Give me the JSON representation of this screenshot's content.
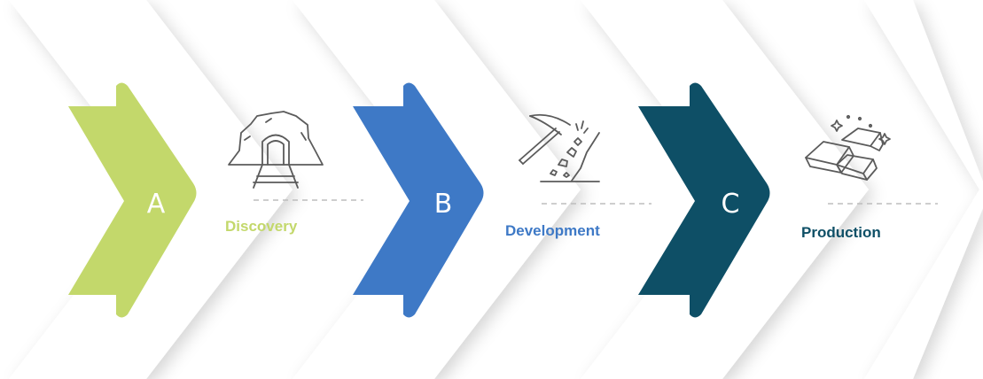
{
  "stages": [
    {
      "letter": "A",
      "label": "Discovery",
      "color": "#c3d86b",
      "icon": "mine-tunnel-icon"
    },
    {
      "letter": "B",
      "label": "Development",
      "color": "#3e79c6",
      "icon": "pickaxe-rocks-icon"
    },
    {
      "letter": "C",
      "label": "Production",
      "color": "#0e4f66",
      "icon": "gold-bars-icon"
    }
  ],
  "colors": {
    "chevron_fill": "#ffffff",
    "letter_text": "#ffffff",
    "icon_stroke": "#5b5b5b",
    "dash": "#bdbdbd"
  }
}
